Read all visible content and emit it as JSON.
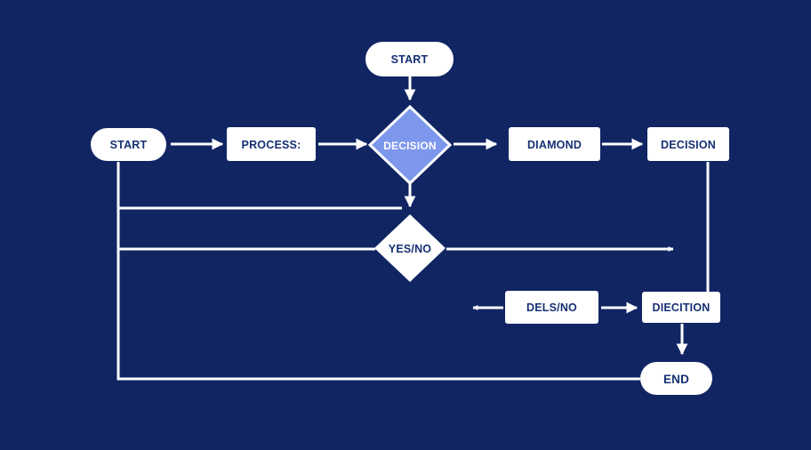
{
  "diagram": {
    "nodes": {
      "start_top": {
        "label": "START",
        "shape": "terminal"
      },
      "start_left": {
        "label": "START",
        "shape": "terminal"
      },
      "process": {
        "label": "PROCESS:",
        "shape": "process"
      },
      "decision_main": {
        "label": "DECISION",
        "shape": "decision"
      },
      "diamond": {
        "label": "DIAMOND",
        "shape": "process"
      },
      "decision_right": {
        "label": "DECISION",
        "shape": "process"
      },
      "yes_no": {
        "label": "YES/NO",
        "shape": "decision"
      },
      "dels_no": {
        "label": "DELS/NO",
        "shape": "process"
      },
      "diecition": {
        "label": "DIECITION",
        "shape": "process"
      },
      "end": {
        "label": "END",
        "shape": "terminal"
      }
    },
    "colors": {
      "background": "#112563",
      "node_fill": "#ffffff",
      "node_text": "#163073",
      "decision_highlight": "#7d97ec",
      "connector": "#ffffff"
    }
  }
}
